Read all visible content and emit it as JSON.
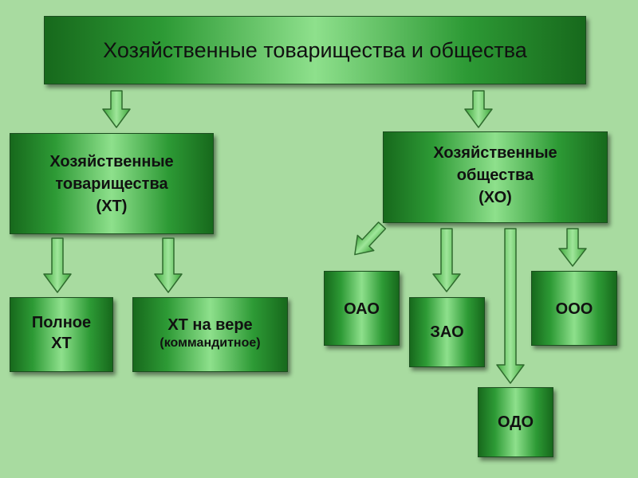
{
  "title": "Хозяйственные товарищества и общества",
  "partnerships": {
    "label": "Хозяйственные\nтоварищества\n(ХТ)",
    "children": {
      "full": "Полное\nХТ",
      "limited_line1": "ХТ на вере",
      "limited_line2": "(коммандитное)"
    }
  },
  "companies": {
    "label": "Хозяйственные\nобщества\n(ХО)",
    "children": {
      "oao": "ОАО",
      "zao": "ЗАО",
      "odo": "ОДО",
      "ooo": "ООО"
    }
  },
  "colors": {
    "background": "#a8dba0",
    "box_dark": "#17691c",
    "box_light": "#8ee08c",
    "arrow_fill": "#6fcf63",
    "arrow_stroke": "#2f6b2e"
  }
}
